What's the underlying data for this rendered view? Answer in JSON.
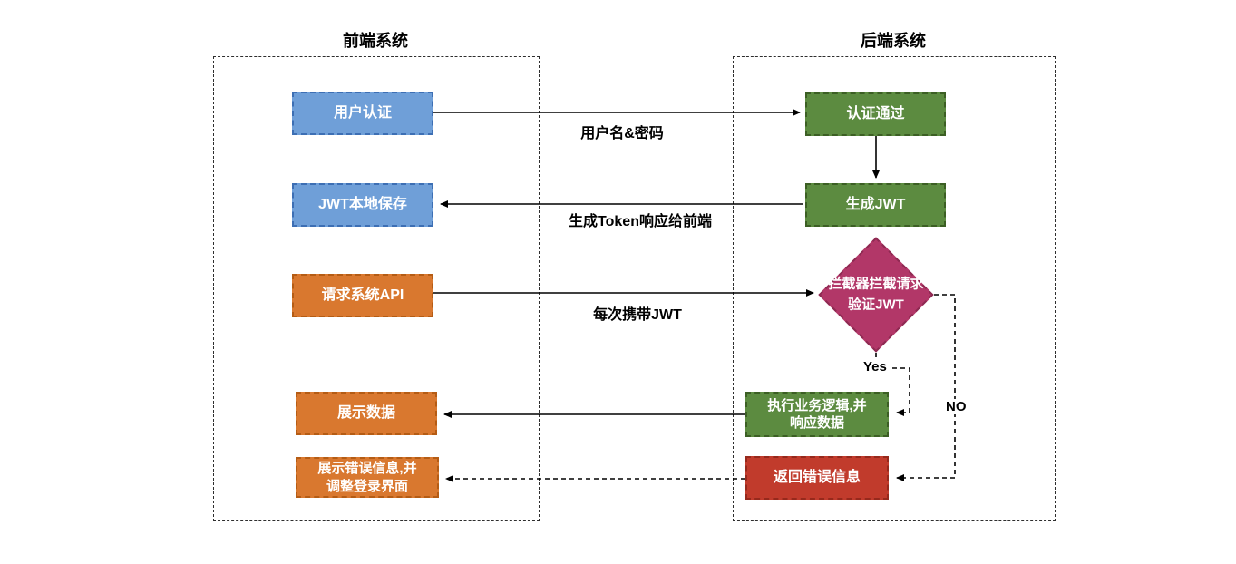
{
  "containers": {
    "frontend": {
      "title": "前端系统"
    },
    "backend": {
      "title": "后端系统"
    }
  },
  "nodes": {
    "user_auth": {
      "label": "用户认证"
    },
    "jwt_local_save": {
      "label": "JWT本地保存"
    },
    "request_api": {
      "label": "请求系统API"
    },
    "show_data": {
      "label": "展示数据"
    },
    "show_error": {
      "label": "展示错误信息,并\n调整登录界面"
    },
    "auth_pass": {
      "label": "认证通过"
    },
    "generate_jwt": {
      "label": "生成JWT"
    },
    "interceptor": {
      "label": "拦截器拦截请求\n验证JWT"
    },
    "exec_logic": {
      "label": "执行业务逻辑,并\n响应数据"
    },
    "return_error": {
      "label": "返回错误信息"
    }
  },
  "edge_labels": {
    "username_password": "用户名&密码",
    "token_response": "生成Token响应给前端",
    "carry_jwt": "每次携带JWT",
    "yes": "Yes",
    "no": "NO"
  },
  "colors": {
    "blue": "#6F9FD8",
    "blue-border": "#3D6FB4",
    "orange": "#D9782F",
    "orange-border": "#B55C14",
    "green": "#5C8B40",
    "green-border": "#3C5F24",
    "red": "#C13B2C",
    "red-border": "#96291C",
    "magenta": "#B23768",
    "magenta-border": "#8E2A52",
    "line": "#000000"
  }
}
